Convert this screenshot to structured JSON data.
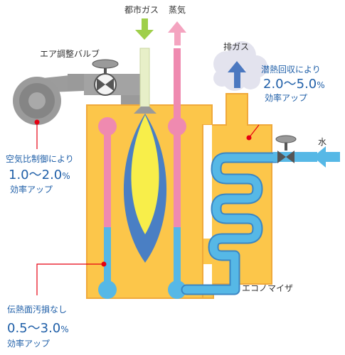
{
  "labels": {
    "city_gas": "都市ガス",
    "steam": "蒸気",
    "exhaust": "排ガス",
    "air_valve": "エア調整バルブ",
    "water": "水",
    "economizer": "エコノマイザ"
  },
  "notes": {
    "air_ratio": {
      "title": "空気比制御により",
      "value": "1.0〜2.0",
      "unit": "%",
      "effect": "効率アップ"
    },
    "latent_heat": {
      "title": "潜熱回収により",
      "value": "2.0〜5.0",
      "unit": "%",
      "effect": "効率アップ"
    },
    "fouling": {
      "title": "伝熱面汚損なし",
      "value": "0.5〜3.0",
      "unit": "%",
      "effect": "効率アップ"
    }
  },
  "colors": {
    "body": "#fcc64a",
    "body_stroke": "#f0a93a",
    "pipe_blue": "#56b8e6",
    "pipe_pink": "#ef8ab0",
    "gas_arrow": "#9fcf4a",
    "steam_arrow": "#f4a4c0",
    "water_arrow": "#56b8e6",
    "exhaust_arrow": "#4b78c0",
    "flame_yellow": "#f8ee4a",
    "flame_blue": "#4a7fc4",
    "text_blue": "#1f5fa8",
    "marker_red": "#e60012"
  }
}
